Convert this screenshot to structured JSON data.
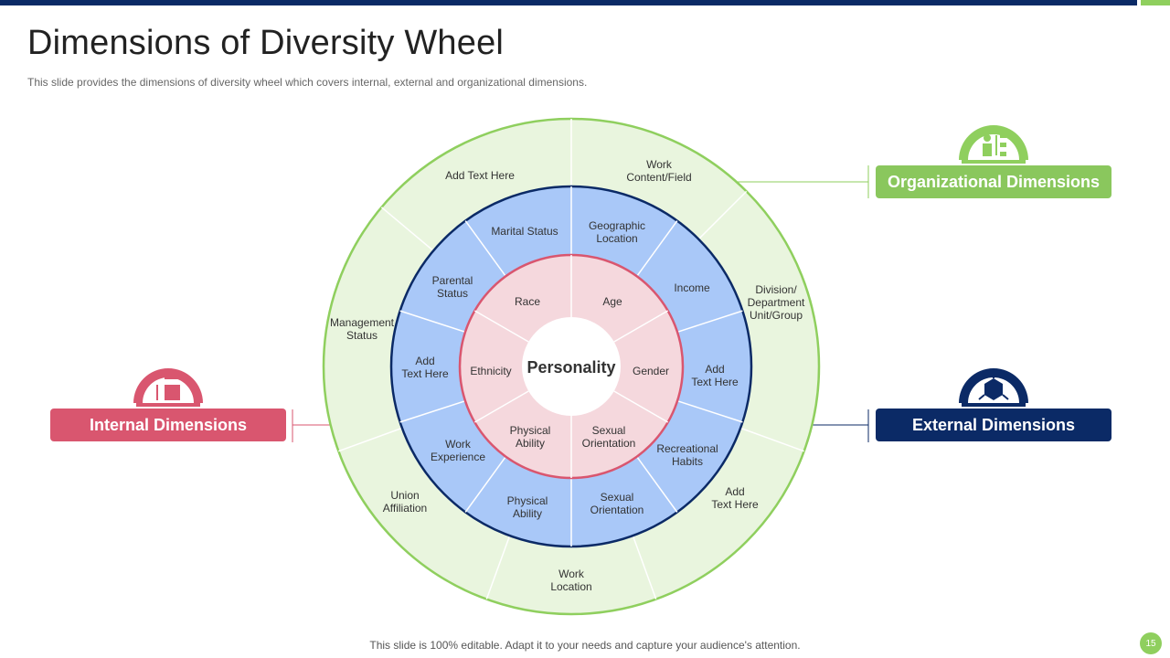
{
  "slide": {
    "title": "Dimensions of Diversity Wheel",
    "subtitle": "This slide provides  the dimensions of diversity  wheel which covers internal,  external and organizational  dimensions.",
    "footer": "This slide is 100% editable. Adapt it to your needs and capture your audience's attention.",
    "page_number": "15"
  },
  "colors": {
    "navy": "#0b2a66",
    "green": "#8fcf5e",
    "green_fill": "#e9f5de",
    "blue_fill": "#a9c8f8",
    "pink": "#d9566f",
    "pink_fill": "#f5d8dd"
  },
  "wheel": {
    "center_label": "Personality",
    "inner_ring": [
      "Race",
      "Age",
      "Gender",
      "Sexual\nOrientation",
      "Physical\nAbility",
      "Ethnicity"
    ],
    "middle_ring": [
      "Marital Status",
      "Geographic\nLocation",
      "Income",
      "Add\nText Here",
      "Recreational\nHabits",
      "Sexual\nOrientation",
      "Physical\nAbility",
      "Work\nExperience",
      "Add\nText Here",
      "Parental\nStatus"
    ],
    "outer_ring": [
      "Add Text Here",
      "Work\nContent/Field",
      "Division/\nDepartment\nUnit/Group",
      "Add\nText Here",
      "Work\nLocation",
      "Union\nAffiliation",
      "Management\nStatus"
    ]
  },
  "badges": {
    "internal": "Internal Dimensions",
    "external": "External Dimensions",
    "organizational": "Organizational Dimensions"
  },
  "icons": {
    "internal": "resize-box-icon",
    "external": "cube-network-icon",
    "organizational": "org-chart-person-icon"
  }
}
